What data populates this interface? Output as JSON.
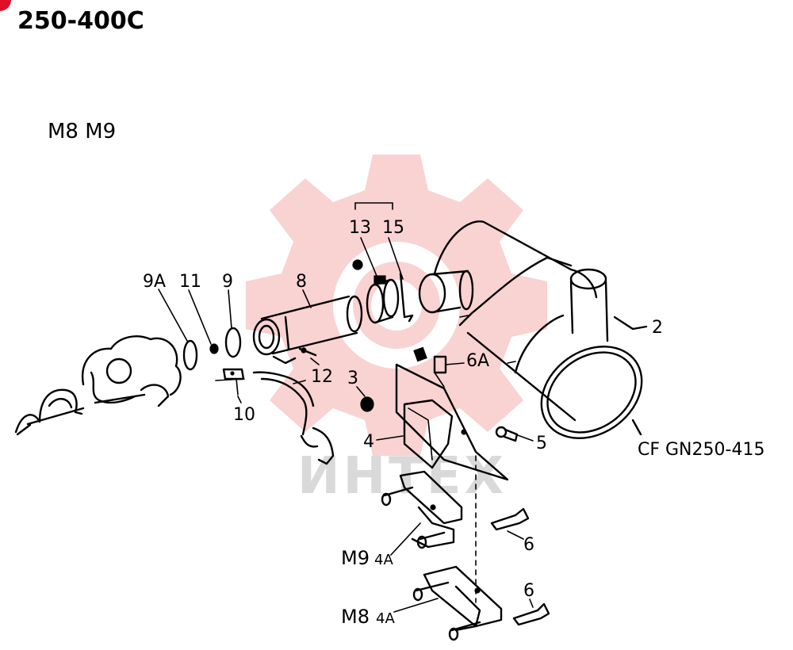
{
  "header": {
    "model": "250-400C",
    "variants": "M8 M9"
  },
  "watermark": {
    "text": "ИНТЕХ",
    "color": "#f9d2d2"
  },
  "callouts": {
    "p9a": "9A",
    "p11": "11",
    "p9": "9",
    "p8": "8",
    "p13": "13",
    "p15": "15",
    "p2": "2",
    "p12": "12",
    "p10": "10",
    "p3": "3",
    "p6a": "6A",
    "p4": "4",
    "p5": "5",
    "ref": "CF GN250-415",
    "m9": "M9",
    "p4a_m9": "4A",
    "p6_m9": "6",
    "m8": "M8",
    "p4a_m8": "4A",
    "p6_m8": "6"
  },
  "corner_mark": {
    "color": "#e0102a"
  }
}
